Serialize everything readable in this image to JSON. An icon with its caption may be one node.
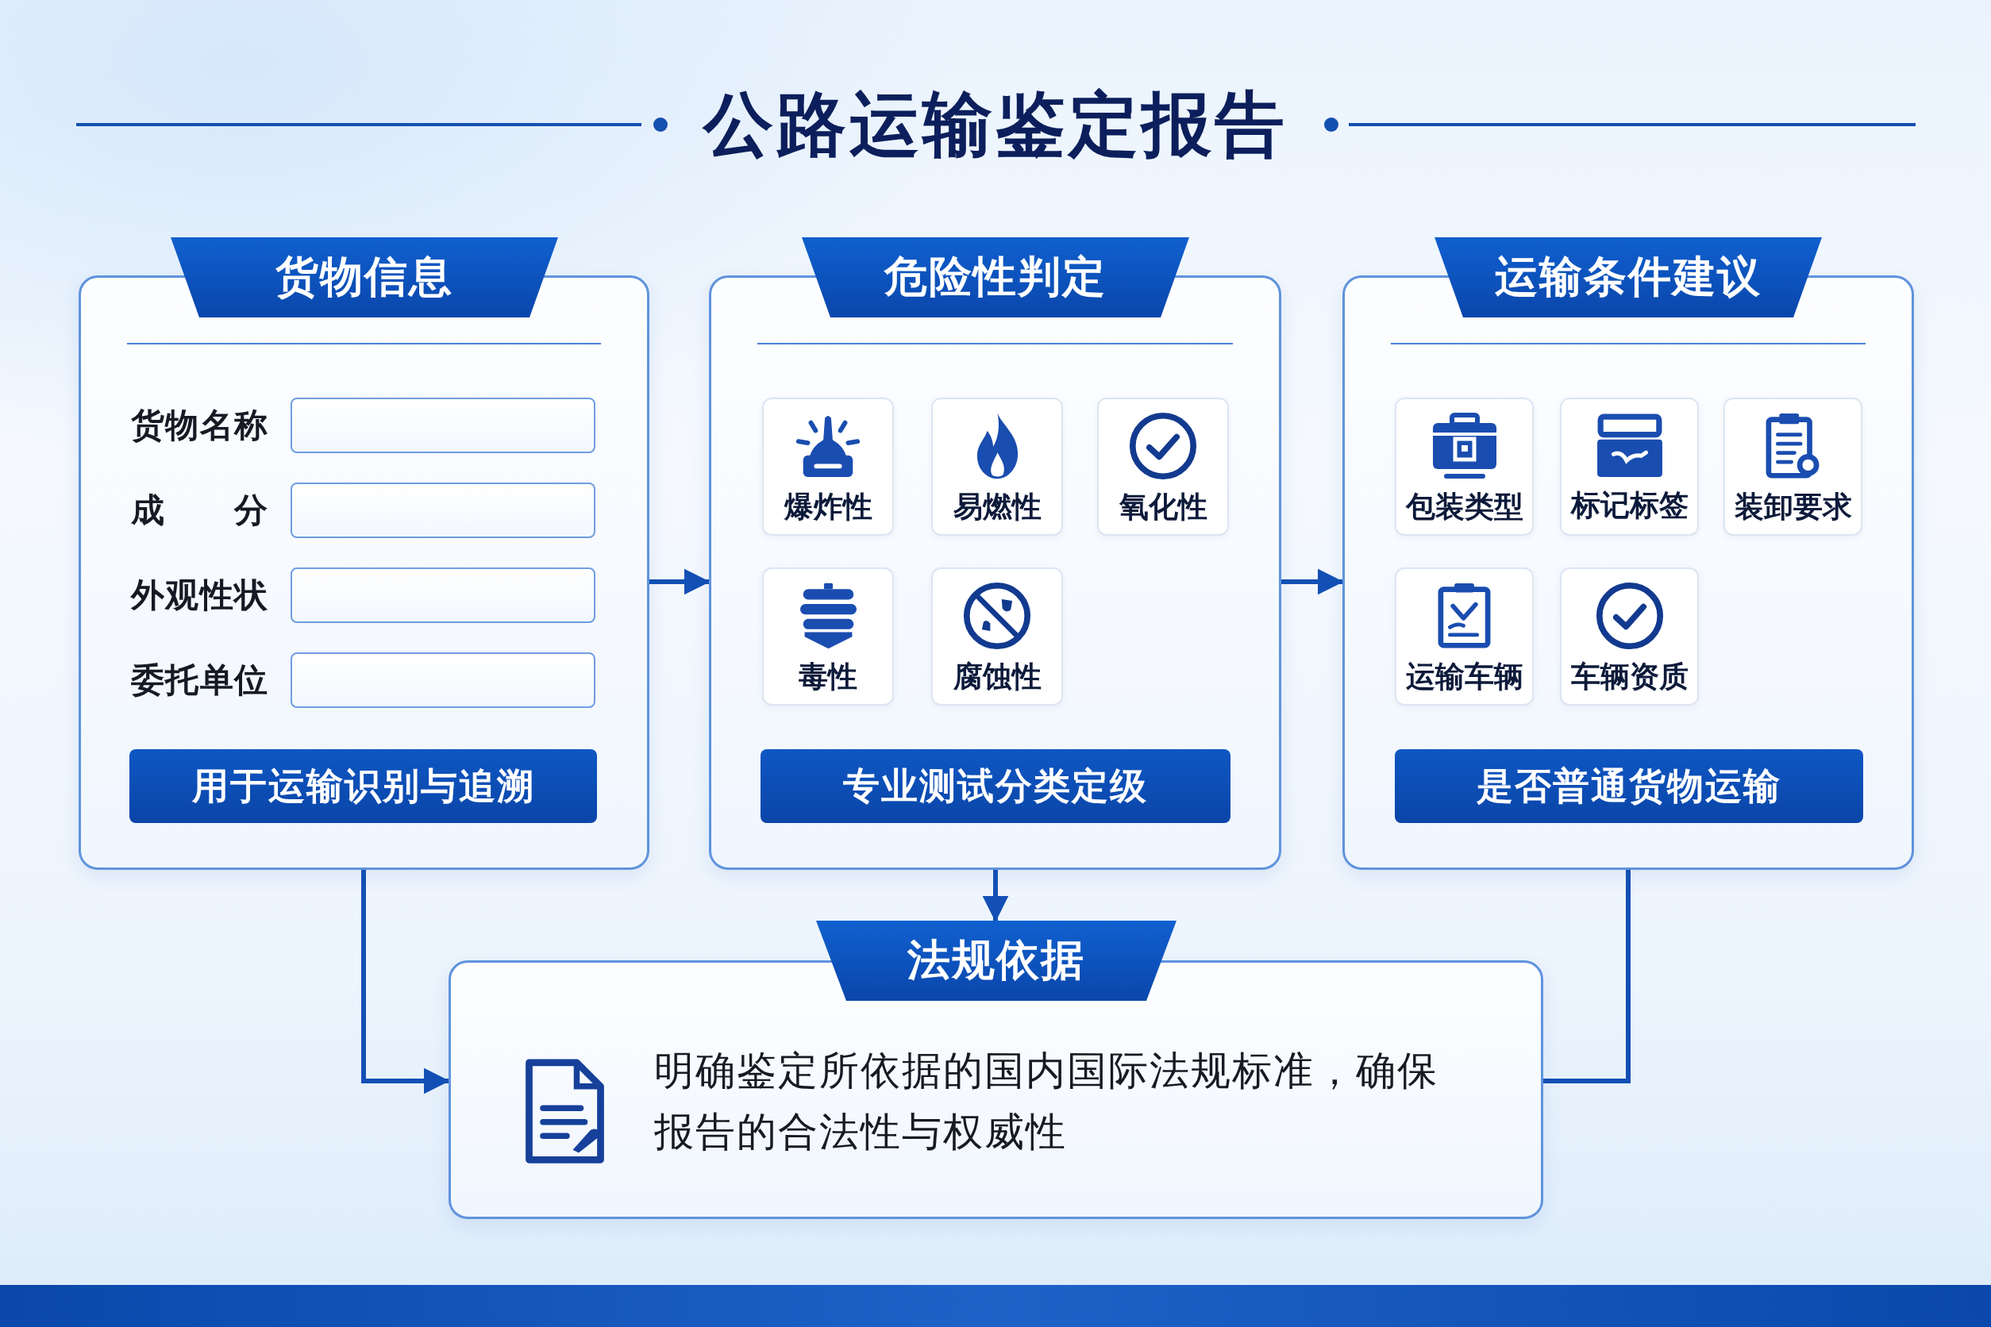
{
  "diagram": {
    "title": "公路运输鉴定报告",
    "nodes": [
      {
        "text": [
          "货物信息",
          "货物名称",
          "成 分",
          "外观性状",
          "委托单位"
        ]
      },
      {
        "text": [
          "用于运输识别与追溯"
        ],
        "in": 0
      },
      {
        "text": [
          "危险性判定"
        ]
      },
      {
        "text": [
          "爆炸性"
        ],
        "in": 2
      },
      {
        "text": [
          "易燃性"
        ],
        "in": 2
      },
      {
        "text": [
          "氧化性"
        ],
        "in": 2
      },
      {
        "text": [
          "毒性"
        ],
        "in": 2
      },
      {
        "text": [
          "腐蚀性"
        ],
        "in": 2
      },
      {
        "text": [
          "专业测试分类定级"
        ],
        "in": 2
      },
      {
        "text": [
          "运输条件建议"
        ]
      },
      {
        "text": [
          "包装类型"
        ],
        "in": 9
      },
      {
        "text": [
          "标记标签"
        ],
        "in": 9
      },
      {
        "text": [
          "装卸要求"
        ],
        "in": 9
      },
      {
        "text": [
          "运输车辆"
        ],
        "in": 9
      },
      {
        "text": [
          "车辆资质"
        ],
        "in": 9
      },
      {
        "text": [
          "是否普通货物运输"
        ],
        "in": 9
      },
      {
        "text": [
          "法规依据",
          "明确鉴定所依据的国内国际法规标准，确保报告的合法性与权威性"
        ]
      }
    ],
    "edges": [
      {
        "from": 0,
        "to": 2,
        "arrow": "to"
      },
      {
        "from": 2,
        "to": 9,
        "arrow": "to"
      },
      {
        "from": 2,
        "to": 16,
        "arrow": "to"
      },
      {
        "from": 0,
        "to": 16,
        "arrow": "to"
      },
      {
        "from": 9,
        "to": 16,
        "arrow": "none"
      }
    ]
  }
}
